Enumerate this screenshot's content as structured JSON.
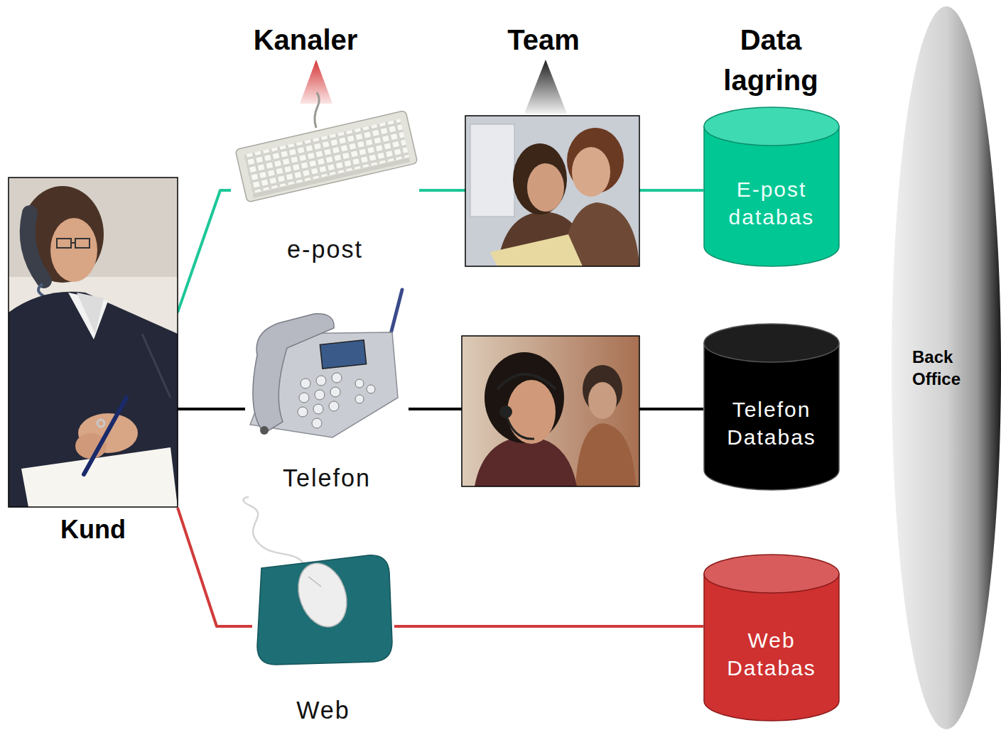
{
  "diagram": {
    "nodes": [
      {
        "text": [
          "Kund"
        ]
      },
      {
        "text": [
          "e-post"
        ]
      },
      {
        "text": [
          "Telefon"
        ]
      },
      {
        "text": [
          "Web"
        ]
      },
      {
        "text": [
          "E-post databas"
        ]
      },
      {
        "text": [
          "Telefon Databas"
        ]
      },
      {
        "text": [
          "Web Databas"
        ]
      },
      {
        "text": [
          "Back Office"
        ]
      }
    ],
    "edges": [
      {
        "from": 0,
        "to": 1,
        "arrow": "none"
      },
      {
        "from": 0,
        "to": 2,
        "arrow": "none"
      },
      {
        "from": 0,
        "to": 3,
        "arrow": "none"
      },
      {
        "from": 1,
        "to": 4,
        "arrow": "none"
      },
      {
        "from": 2,
        "to": 5,
        "arrow": "none"
      },
      {
        "from": 3,
        "to": 6,
        "arrow": "none"
      }
    ],
    "labels": [
      "Kanaler",
      "Team",
      "Data lagring"
    ]
  }
}
